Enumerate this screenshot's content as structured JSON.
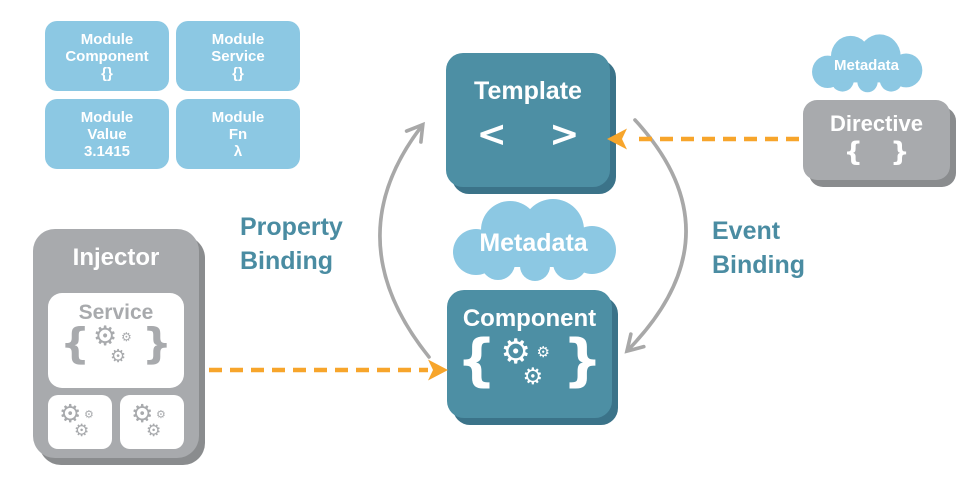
{
  "colors": {
    "light_blue": "#8CC8E3",
    "teal": "#4D8FA4",
    "teal_shadow": "#3B7389",
    "gray": "#A8AAAD",
    "gray_shadow": "#8A8C8E",
    "orange": "#F7A52B",
    "arrow_gray": "#A8A8A8",
    "label_teal": "#4A8CA2"
  },
  "modules": [
    {
      "lines": [
        "Module",
        "Component",
        "{}"
      ]
    },
    {
      "lines": [
        "Module",
        "Service",
        "{}"
      ]
    },
    {
      "lines": [
        "Module",
        "Value",
        "3.1415"
      ]
    },
    {
      "lines": [
        "Module",
        "Fn",
        "λ"
      ]
    }
  ],
  "injector": {
    "title": "Injector",
    "service": {
      "label": "Service",
      "left_brace": "{",
      "right_brace": "}"
    }
  },
  "template_box": {
    "title": "Template",
    "icon": "< >"
  },
  "center_cloud": {
    "label": "Metadata"
  },
  "component_box": {
    "title": "Component",
    "left_brace": "{",
    "right_brace": "}"
  },
  "right_cloud": {
    "label": "Metadata"
  },
  "directive_box": {
    "title": "Directive",
    "icon": "{ }"
  },
  "labels": {
    "property_binding": [
      "Property",
      "Binding"
    ],
    "event_binding": [
      "Event",
      "Binding"
    ]
  },
  "icons": {
    "gear": "⚙"
  }
}
